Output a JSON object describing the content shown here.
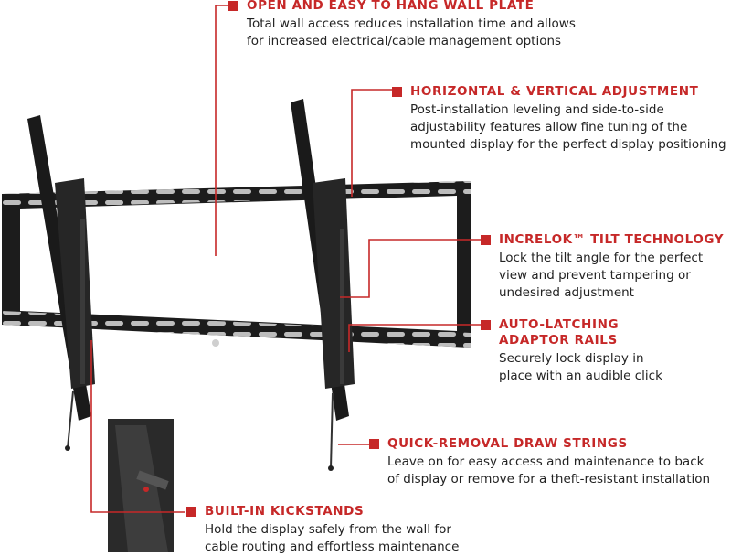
{
  "colors": {
    "accent": "#c62828",
    "text": "#222222",
    "hardware": "#1c1c1c"
  },
  "callouts": [
    {
      "title": [
        "OPEN AND EASY TO HANG WALL PLATE"
      ],
      "desc": [
        "Total wall access reduces installation time and allows",
        "for increased electrical/cable management options"
      ]
    },
    {
      "title": [
        "HORIZONTAL & VERTICAL ADJUSTMENT"
      ],
      "desc": [
        "Post-installation leveling and side-to-side",
        "adjustability features allow fine tuning of the",
        "mounted display for the perfect display positioning"
      ]
    },
    {
      "title": [
        "INCRELOK™ TILT TECHNOLOGY"
      ],
      "desc": [
        "Lock the tilt angle for the perfect",
        "view and prevent tampering or",
        "undesired adjustment"
      ]
    },
    {
      "title": [
        "AUTO-LATCHING",
        "ADAPTOR RAILS"
      ],
      "desc": [
        "Securely lock display in",
        "place with an audible click"
      ]
    },
    {
      "title": [
        "QUICK-REMOVAL DRAW STRINGS"
      ],
      "desc": [
        "Leave on for easy access and maintenance to back",
        "of display or remove for a theft-resistant installation"
      ]
    },
    {
      "title": [
        "BUILT-IN KICKSTANDS"
      ],
      "desc": [
        "Hold the display safely from the wall for",
        "cable routing and effortless maintenance"
      ]
    }
  ]
}
